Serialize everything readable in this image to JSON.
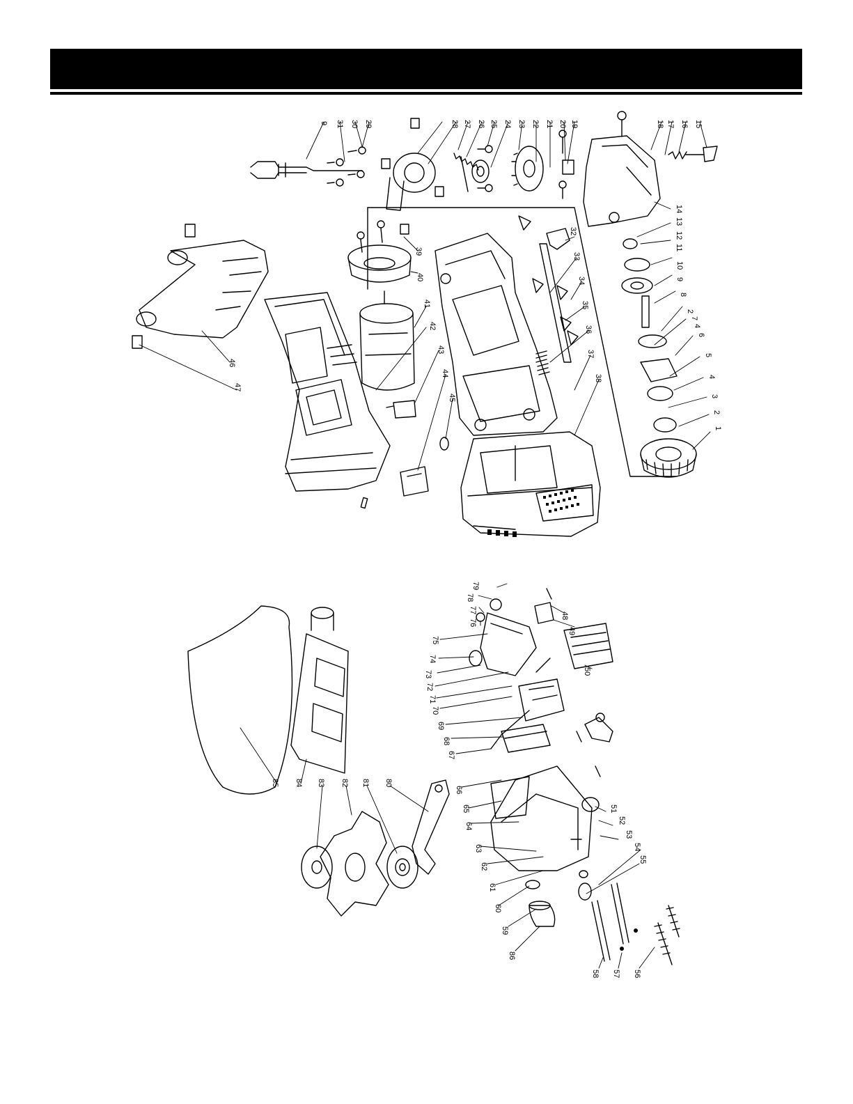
{
  "header": {
    "title": ""
  },
  "top_assembly_labels": [
    "1",
    "2",
    "3",
    "4",
    "5",
    "6",
    "7",
    "2",
    "4",
    "8",
    "9",
    "10",
    "11",
    "12",
    "13",
    "14",
    "15",
    "16",
    "17",
    "18",
    "19",
    "20",
    "21",
    "22",
    "23",
    "24",
    "25",
    "26",
    "27",
    "28",
    "9",
    "31",
    "30",
    "29",
    "32",
    "33",
    "34",
    "35",
    "36",
    "37",
    "38",
    "39",
    "40",
    "41",
    "42",
    "43",
    "44",
    "45",
    "46",
    "47"
  ],
  "bottom_assembly_labels": [
    "48",
    "49",
    "50",
    "51",
    "52",
    "53",
    "54",
    "55",
    "56",
    "57",
    "58",
    "86",
    "59",
    "60",
    "61",
    "62",
    "63",
    "64",
    "65",
    "66",
    "67",
    "68",
    "69",
    "70",
    "71",
    "72",
    "73",
    "74",
    "75",
    "76",
    "77",
    "78",
    "79",
    "80",
    "81",
    "82",
    "83",
    "84",
    "85"
  ],
  "colors": {
    "ink": "#000000",
    "background": "#ffffff"
  }
}
